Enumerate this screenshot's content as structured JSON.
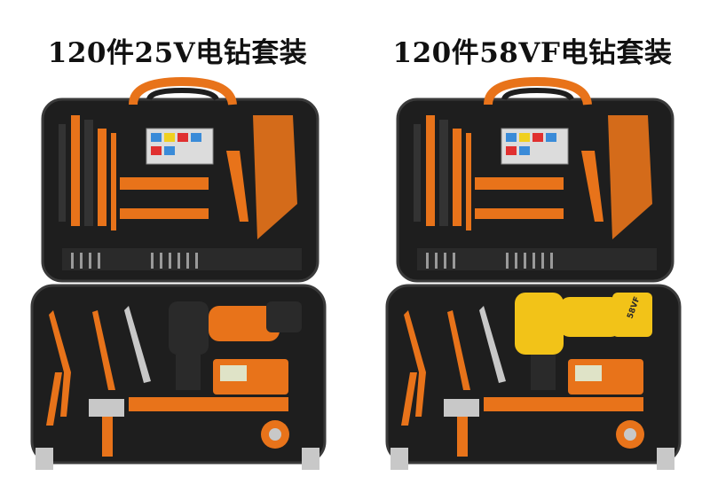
{
  "products": [
    {
      "title": "120件25V电钻套装",
      "drill_color": "#e8731a",
      "drill_accent": "#2a2a2a"
    },
    {
      "title": "120件58VF电钻套装",
      "drill_color": "#f2c318",
      "drill_accent": "#2a2a2a",
      "battery_label": "58VF"
    }
  ],
  "colors": {
    "case": "#1e1e1e",
    "case_edge": "#3a3a3a",
    "orange": "#f07a1c",
    "metal": "#c8c8c8"
  }
}
